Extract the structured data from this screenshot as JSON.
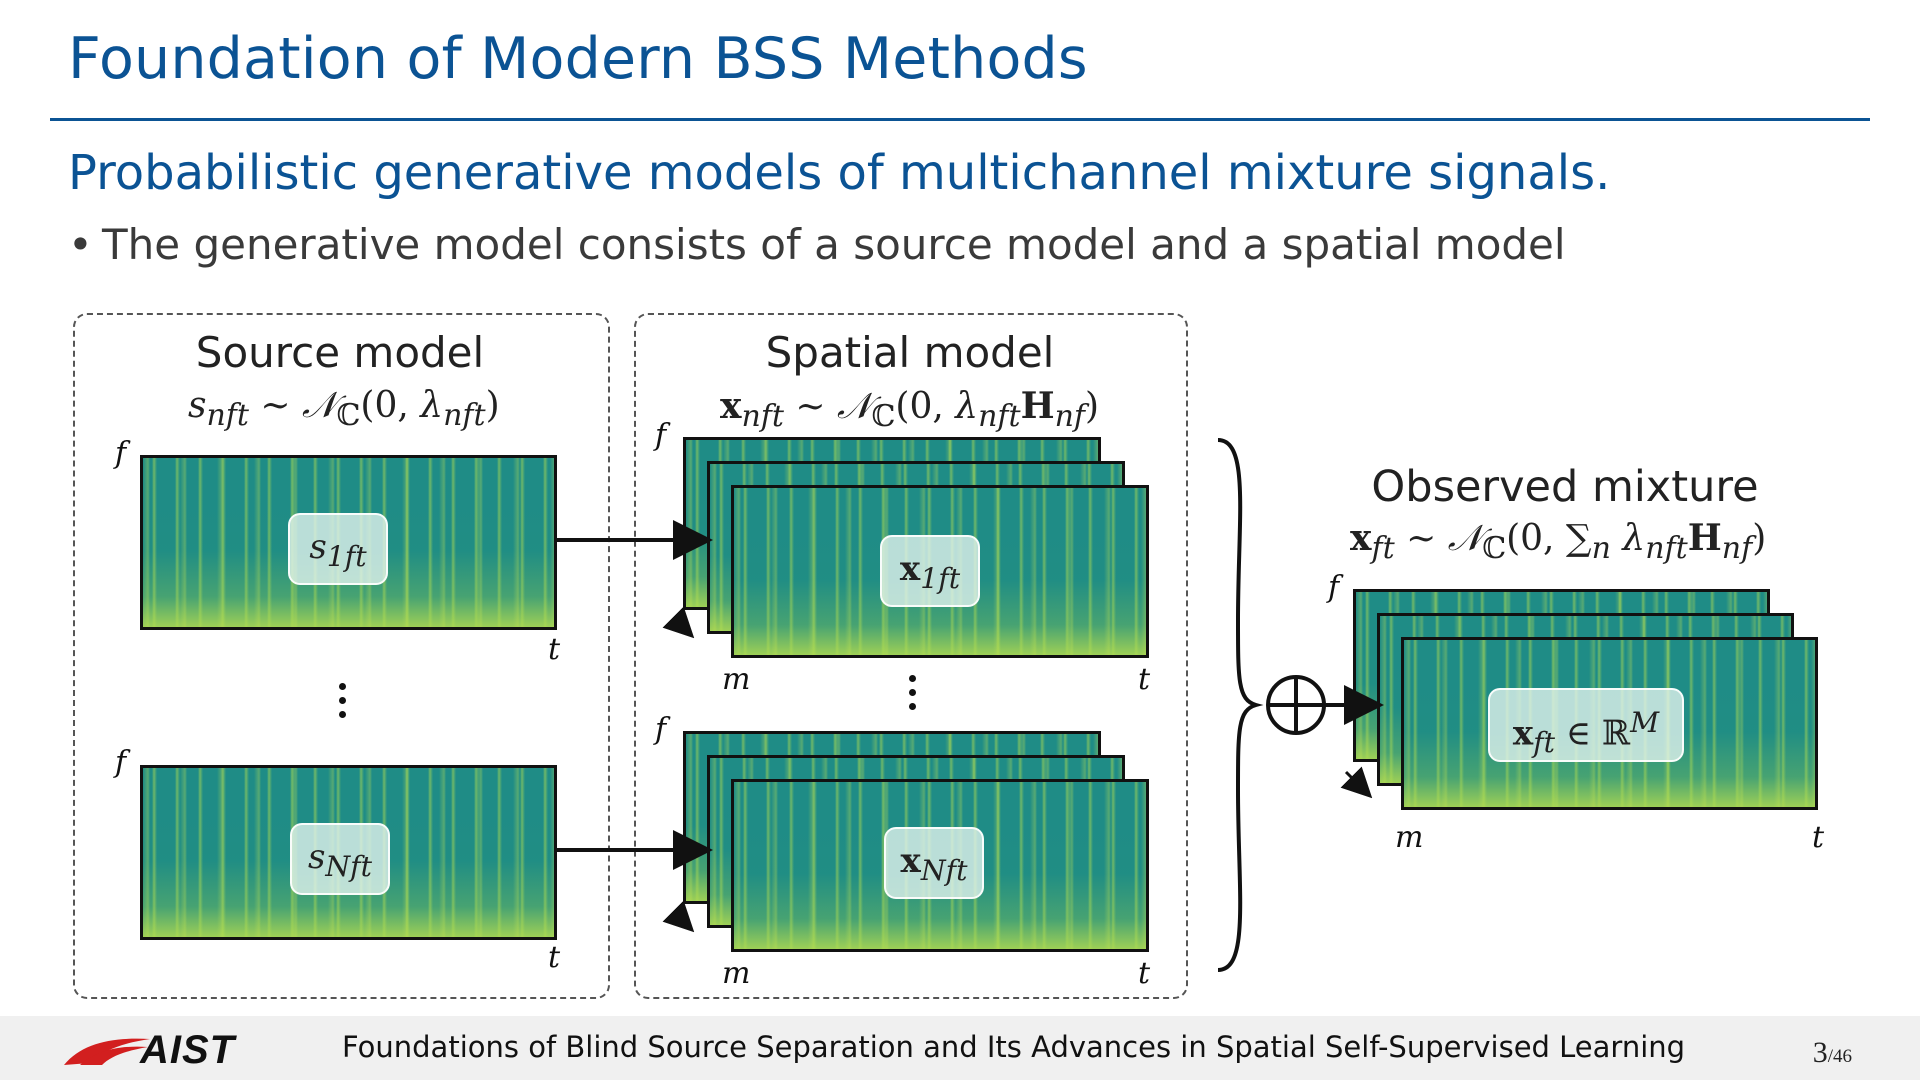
{
  "slide": {
    "title": "Foundation of Modern BSS Methods",
    "subtitle": "Probabilistic generative models of multichannel mixture signals.",
    "bullet": "The generative model consists of a source model and a spatial model"
  },
  "source_model": {
    "heading": "Source model",
    "equation": "s_nft ~ N_C(0, λ_nft)",
    "labels": [
      "s_1ft",
      "s_Nft"
    ],
    "axes": {
      "f": "f",
      "t": "t"
    }
  },
  "spatial_model": {
    "heading": "Spatial model",
    "equation": "x_nft ~ N_C(0, λ_nft H_nf)",
    "labels": [
      "x_1ft",
      "x_Nft"
    ],
    "axes": {
      "f": "f",
      "t": "t",
      "m": "m"
    }
  },
  "observed": {
    "heading": "Observed mixture",
    "equation": "x_ft ~ N_C(0, Σ_n λ_nft H_nf)",
    "label": "x_ft ∈ ℝ^M",
    "axes": {
      "f": "f",
      "t": "t",
      "m": "m"
    }
  },
  "footer": {
    "logo": "AIST",
    "text": "Foundations of Blind Source Separation and Its Advances in Spatial Self-Supervised Learning",
    "page": "3",
    "total": "/46"
  },
  "colors": {
    "title_blue": "#0b5394",
    "spectrogram_teal": "#1f8c86",
    "spectrogram_yellow": "#c8e646"
  }
}
